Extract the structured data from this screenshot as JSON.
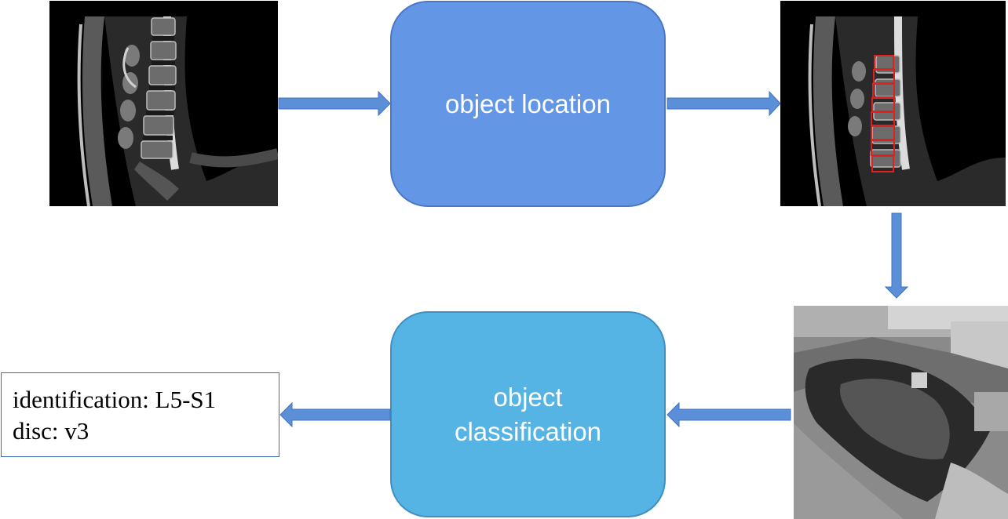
{
  "steps": {
    "location_label": "object location",
    "classification_label": "object\nclassification"
  },
  "result": {
    "identification": "identification: L5-S1",
    "disc": "disc: v3"
  },
  "images": {
    "input": "spine-mri-sagittal",
    "located": "spine-mri-with-detection-boxes",
    "crop": "disc-crop-pixelated"
  },
  "colors": {
    "location_box": "#6496e6",
    "classification_box": "#55b4e4",
    "arrow": "#5b8fd8",
    "detection_box": "#e0201c"
  },
  "detections": {
    "count": 8
  }
}
